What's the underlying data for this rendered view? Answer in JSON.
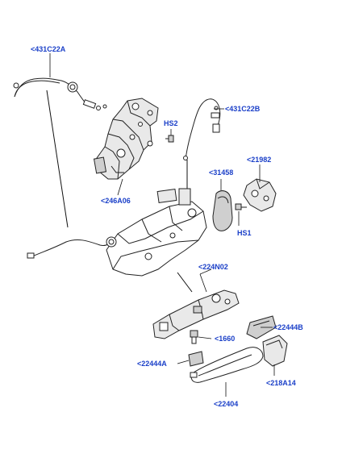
{
  "labels": {
    "cable_upper": "<431C22A",
    "cable_right": "<431C22B",
    "latch": "<246A06",
    "screw_hs2": "HS2",
    "seal": "<31458",
    "bracket": "<21982",
    "screw_hs1": "HS1",
    "handle_frame": "<224N02",
    "cap": "<22444B",
    "clip": "<1660",
    "gasket": "<22444A",
    "cover": "<218A14",
    "handle": "<22404"
  },
  "colors": {
    "callout": "#1a3fc8",
    "line": "#222222"
  }
}
